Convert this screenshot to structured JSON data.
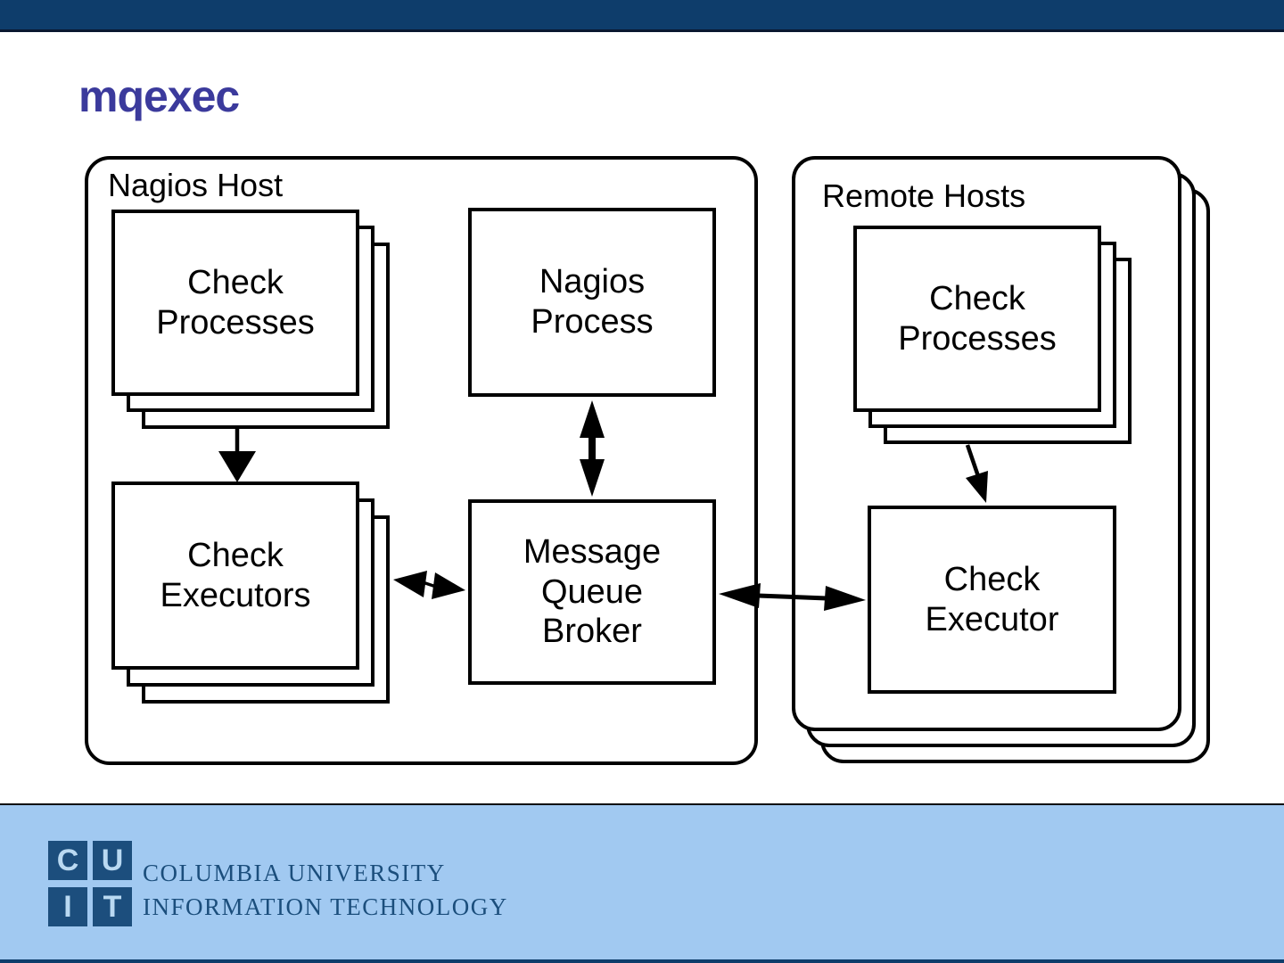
{
  "slide_title": "mqexec",
  "diagram": {
    "nagios_host": {
      "label": "Nagios Host",
      "nodes": {
        "check_processes": {
          "label": "Check\nProcesses",
          "stacked": true
        },
        "nagios_process": {
          "label": "Nagios\nProcess",
          "stacked": false
        },
        "check_executors": {
          "label": "Check\nExecutors",
          "stacked": true
        },
        "message_queue_broker": {
          "label": "Message\nQueue\nBroker",
          "stacked": false
        }
      }
    },
    "remote_hosts": {
      "label": "Remote Hosts",
      "stacked": true,
      "nodes": {
        "check_processes": {
          "label": "Check\nProcesses",
          "stacked": true
        },
        "check_executor": {
          "label": "Check\nExecutor",
          "stacked": false
        }
      }
    },
    "edges": [
      {
        "from": "nagios_host.check_processes",
        "to": "nagios_host.check_executors",
        "type": "one-way-down"
      },
      {
        "from": "nagios_host.nagios_process",
        "to": "nagios_host.message_queue_broker",
        "type": "two-way-vertical"
      },
      {
        "from": "nagios_host.check_executors",
        "to": "nagios_host.message_queue_broker",
        "type": "two-way-horizontal"
      },
      {
        "from": "nagios_host.message_queue_broker",
        "to": "remote_hosts.check_executor",
        "type": "two-way-horizontal"
      },
      {
        "from": "remote_hosts.check_processes",
        "to": "remote_hosts.check_executor",
        "type": "one-way-down"
      }
    ]
  },
  "footer": {
    "logo_tiles": [
      "C",
      "U",
      "I",
      "T"
    ],
    "org_name_line1": "COLUMBIA UNIVERSITY",
    "org_name_line2": "INFORMATION TECHNOLOGY"
  },
  "colors": {
    "top_bar": "#0e3d6b",
    "title_text": "#3b3a9c",
    "footer_band": "#a1c9f1",
    "logo_tile": "#1c4e7d",
    "logo_letter": "#b9d9f2",
    "footer_text": "#1b4e7c",
    "diagram_stroke": "#000000"
  }
}
